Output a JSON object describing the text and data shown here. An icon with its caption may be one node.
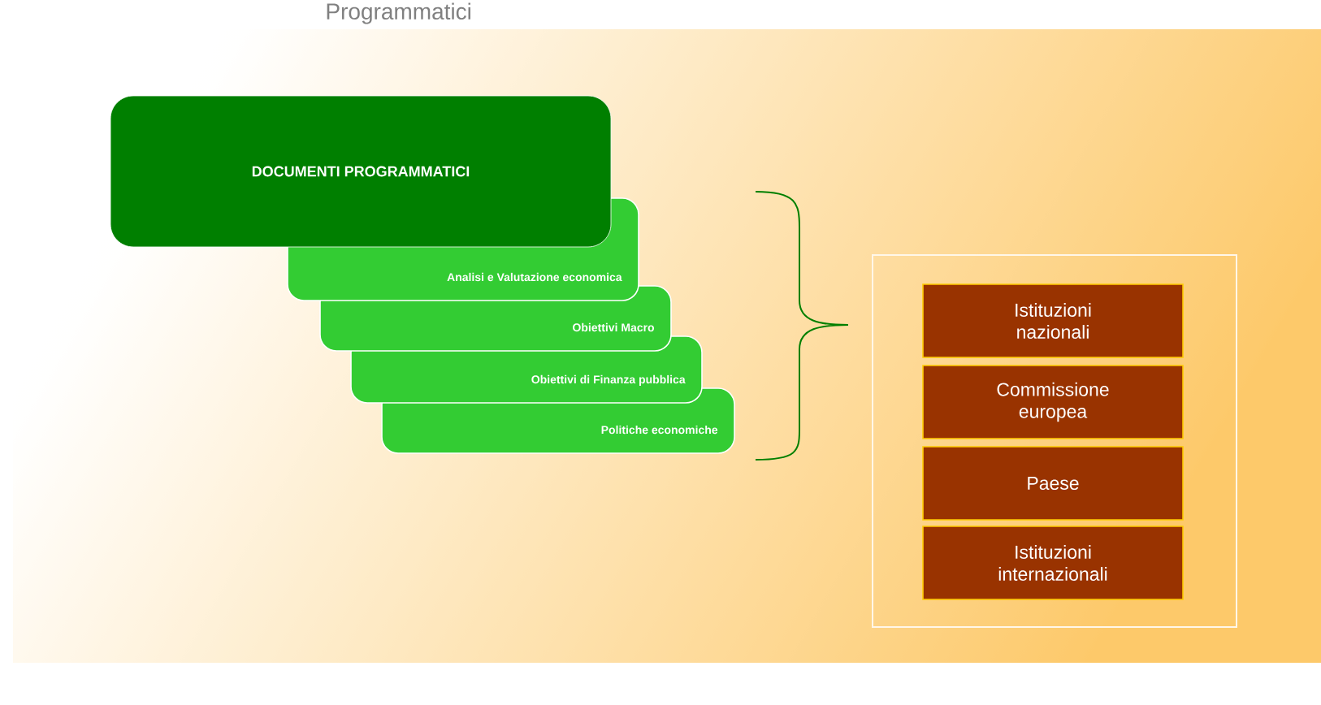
{
  "diagram": {
    "nodes": [
      {
        "text": [
          "DOCUMENTI PROGRAMMATICI"
        ]
      },
      {
        "text": [
          "Analisi e Valutazione economica"
        ]
      },
      {
        "text": [
          "Obiettivi Macro"
        ]
      },
      {
        "text": [
          "Obiettivi di Finanza pubblica"
        ]
      },
      {
        "text": [
          "Politiche economiche"
        ]
      },
      {
        "text": [],
        "shape": "box"
      },
      {
        "text": [
          "Istituzioni nazionali"
        ],
        "in": 5
      },
      {
        "text": [
          "Commissione europea"
        ],
        "in": 5
      },
      {
        "text": [
          "Paese"
        ],
        "in": 5
      },
      {
        "text": [
          "Istituzioni internazionali"
        ],
        "in": 5
      }
    ],
    "labels": [
      "Programmatici"
    ]
  }
}
